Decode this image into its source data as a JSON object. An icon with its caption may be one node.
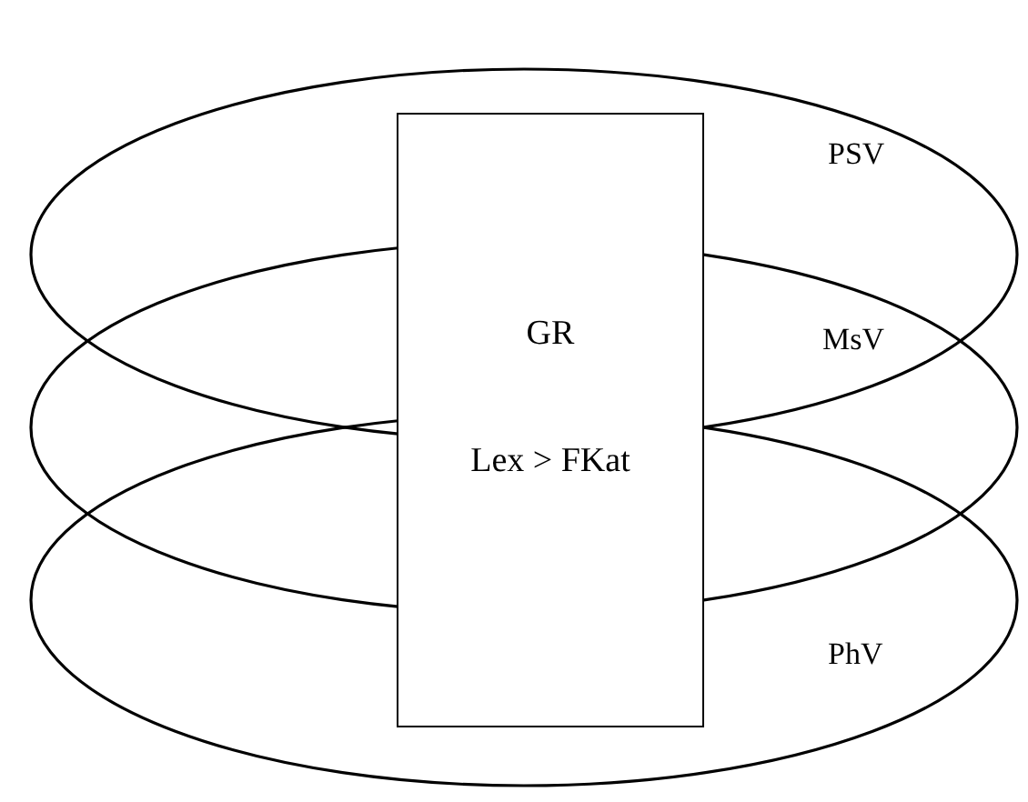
{
  "diagram": {
    "nodes": [
      {
        "text": [
          "PSV"
        ]
      },
      {
        "text": [
          "MsV"
        ]
      },
      {
        "text": [
          "PhV"
        ]
      },
      {
        "text": [
          "GR",
          "Lex > FKat"
        ]
      }
    ]
  }
}
